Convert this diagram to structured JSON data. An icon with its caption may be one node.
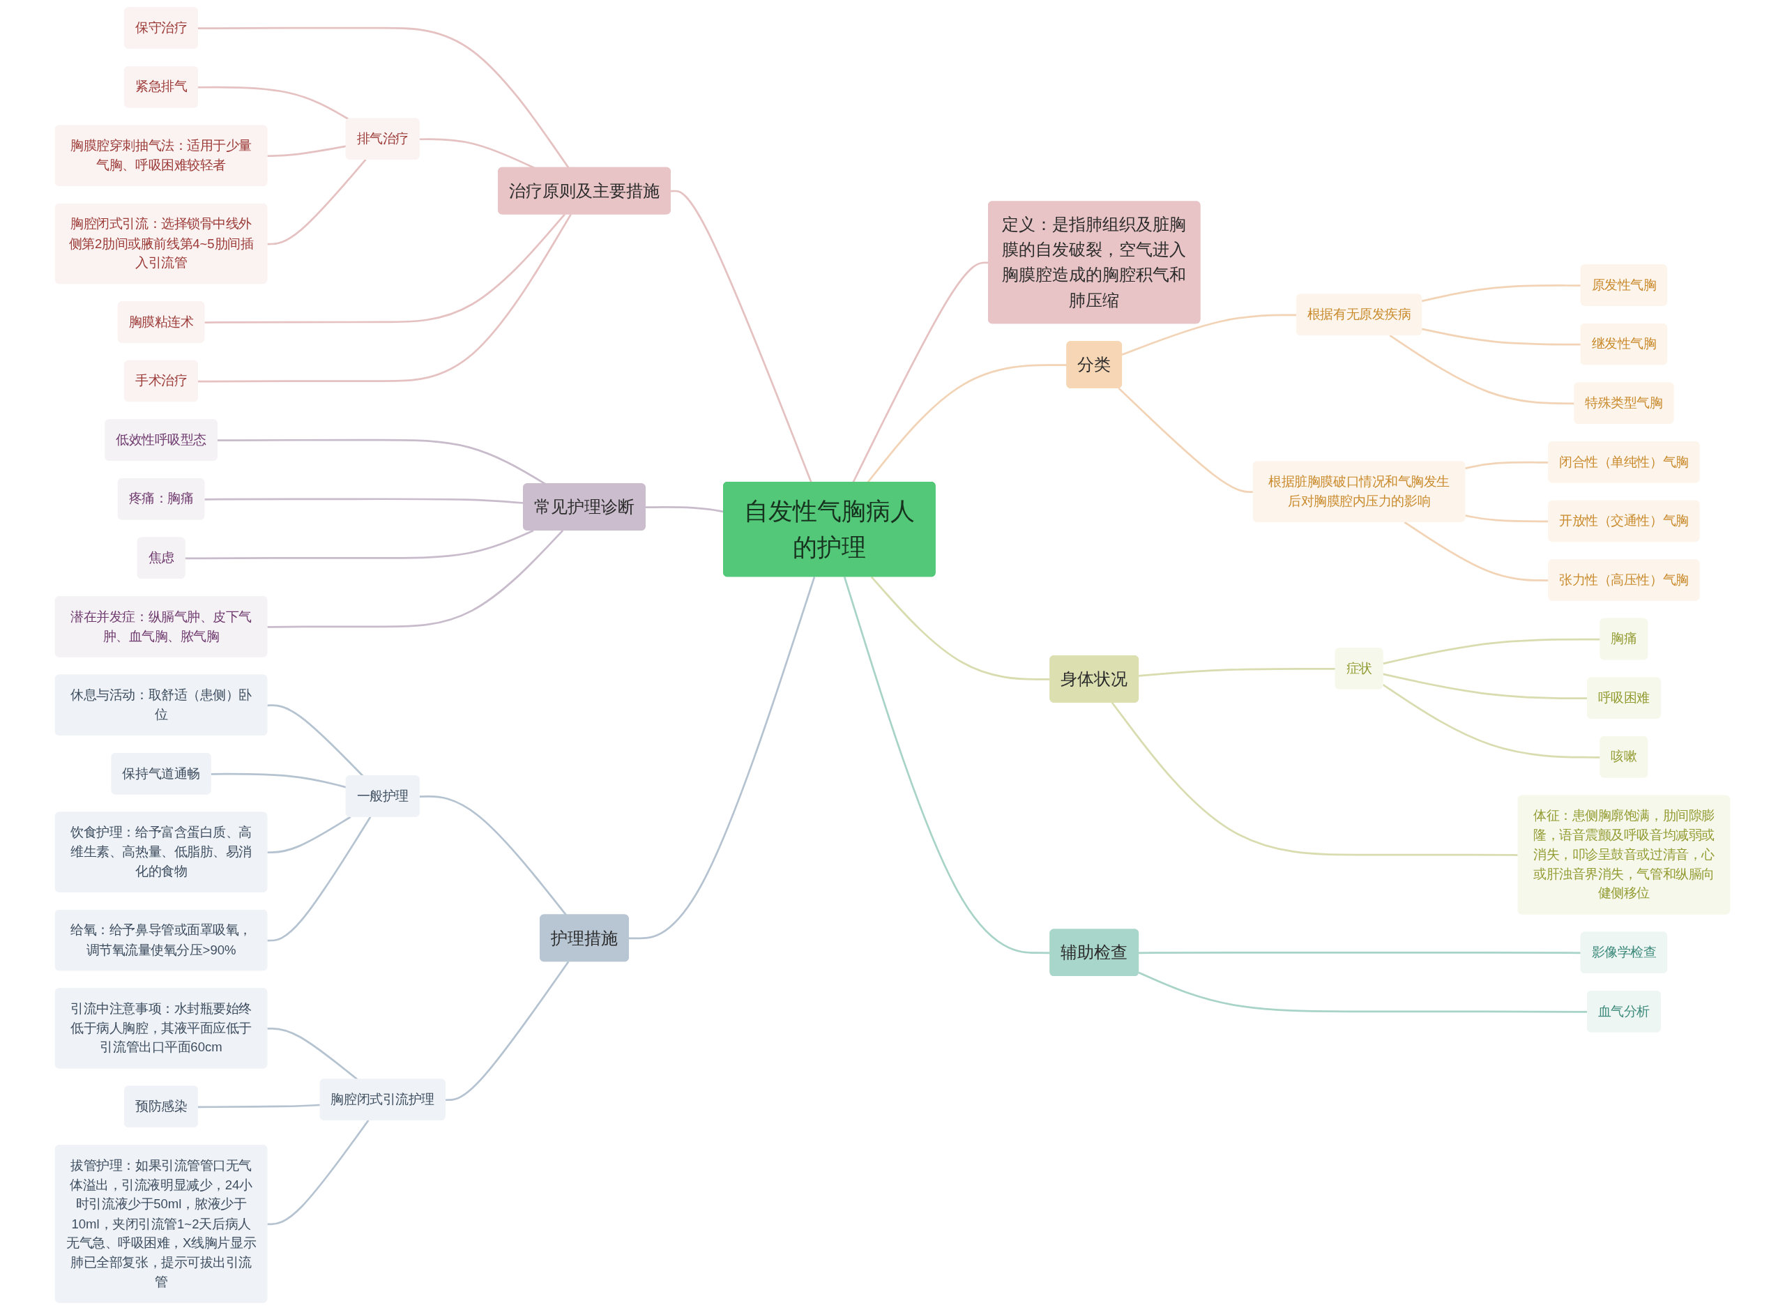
{
  "diagram": {
    "nodes": [
      {
        "text": [
          "自发性气胸病人的护理"
        ]
      },
      {
        "text": [
          "定义：是指肺组织及脏胸膜的自发破裂，空气进入胸膜腔造成的胸腔积气和肺压缩"
        ]
      },
      {
        "text": [
          "分类"
        ]
      },
      {
        "text": [
          "根据有无原发疾病"
        ]
      },
      {
        "text": [
          "原发性气胸"
        ]
      },
      {
        "text": [
          "继发性气胸"
        ]
      },
      {
        "text": [
          "特殊类型气胸"
        ]
      },
      {
        "text": [
          "根据脏胸膜破口情况和气胸发生后对胸膜腔内压力的影响"
        ]
      },
      {
        "text": [
          "闭合性（单纯性）气胸"
        ]
      },
      {
        "text": [
          "开放性（交通性）气胸"
        ]
      },
      {
        "text": [
          "张力性（高压性）气胸"
        ]
      },
      {
        "text": [
          "身体状况"
        ]
      },
      {
        "text": [
          "症状"
        ]
      },
      {
        "text": [
          "胸痛"
        ]
      },
      {
        "text": [
          "呼吸困难"
        ]
      },
      {
        "text": [
          "咳嗽"
        ]
      },
      {
        "text": [
          "体征：患侧胸廓饱满，肋间隙膨隆，语音震颤及呼吸音均减弱或消失，叩诊呈鼓音或过清音，心或肝浊音界消失，气管和纵膈向健侧移位"
        ]
      },
      {
        "text": [
          "辅助检查"
        ]
      },
      {
        "text": [
          "影像学检查"
        ]
      },
      {
        "text": [
          "血气分析"
        ]
      },
      {
        "text": [
          "治疗原则及主要措施"
        ]
      },
      {
        "text": [
          "保守治疗"
        ]
      },
      {
        "text": [
          "排气治疗"
        ]
      },
      {
        "text": [
          "紧急排气"
        ]
      },
      {
        "text": [
          "胸膜腔穿刺抽气法：适用于少量气胸、呼吸困难较轻者"
        ]
      },
      {
        "text": [
          "胸腔闭式引流：选择锁骨中线外侧第2肋间或腋前线第4~5肋间插入引流管"
        ]
      },
      {
        "text": [
          "胸膜粘连术"
        ]
      },
      {
        "text": [
          "手术治疗"
        ]
      },
      {
        "text": [
          "常见护理诊断"
        ]
      },
      {
        "text": [
          "低效性呼吸型态"
        ]
      },
      {
        "text": [
          "疼痛：胸痛"
        ]
      },
      {
        "text": [
          "焦虑"
        ]
      },
      {
        "text": [
          "潜在并发症：纵膈气肿、皮下气肿、血气胸、脓气胸"
        ]
      },
      {
        "text": [
          "护理措施"
        ]
      },
      {
        "text": [
          "一般护理"
        ]
      },
      {
        "text": [
          "休息与活动：取舒适（患侧）卧位"
        ]
      },
      {
        "text": [
          "保持气道通畅"
        ]
      },
      {
        "text": [
          "饮食护理：给予富含蛋白质、高维生素、高热量、低脂肪、易消化的食物"
        ]
      },
      {
        "text": [
          "给氧：给予鼻导管或面罩吸氧，调节氧流量使氧分压>90%"
        ]
      },
      {
        "text": [
          "胸腔闭式引流护理"
        ]
      },
      {
        "text": [
          "引流中注意事项：水封瓶要始终低于病人胸腔，其液平面应低于引流管出口平面60cm"
        ]
      },
      {
        "text": [
          "预防感染"
        ]
      },
      {
        "text": [
          "拔管护理：如果引流管管口无气体溢出，引流液明显减少，24小时引流液少于50ml，脓液少于10ml，夹闭引流管1~2天后病人无气急、呼吸困难，X线胸片显示肺已全部复张，提示可拔出引流管"
        ]
      }
    ],
    "edges": [
      {
        "from": 0,
        "to": 1,
        "arrow": "none",
        "color": "#e5c1c1"
      },
      {
        "from": 0,
        "to": 2,
        "arrow": "none",
        "color": "#f2d3b5"
      },
      {
        "from": 2,
        "to": 3,
        "arrow": "none",
        "color": "#f2d3b5"
      },
      {
        "from": 3,
        "to": 4,
        "arrow": "none",
        "color": "#f2d3b5"
      },
      {
        "from": 3,
        "to": 5,
        "arrow": "none",
        "color": "#f2d3b5"
      },
      {
        "from": 3,
        "to": 6,
        "arrow": "none",
        "color": "#f2d3b5"
      },
      {
        "from": 2,
        "to": 7,
        "arrow": "none",
        "color": "#f2d3b5"
      },
      {
        "from": 7,
        "to": 8,
        "arrow": "none",
        "color": "#f2d3b5"
      },
      {
        "from": 7,
        "to": 9,
        "arrow": "none",
        "color": "#f2d3b5"
      },
      {
        "from": 7,
        "to": 10,
        "arrow": "none",
        "color": "#f2d3b5"
      },
      {
        "from": 0,
        "to": 11,
        "arrow": "none",
        "color": "#d8dcaf"
      },
      {
        "from": 11,
        "to": 12,
        "arrow": "none",
        "color": "#d8dcaf"
      },
      {
        "from": 12,
        "to": 13,
        "arrow": "none",
        "color": "#d8dcaf"
      },
      {
        "from": 12,
        "to": 14,
        "arrow": "none",
        "color": "#d8dcaf"
      },
      {
        "from": 12,
        "to": 15,
        "arrow": "none",
        "color": "#d8dcaf"
      },
      {
        "from": 11,
        "to": 16,
        "arrow": "none",
        "color": "#d8dcaf"
      },
      {
        "from": 0,
        "to": 17,
        "arrow": "none",
        "color": "#a8d3c7"
      },
      {
        "from": 17,
        "to": 18,
        "arrow": "none",
        "color": "#a8d3c7"
      },
      {
        "from": 17,
        "to": 19,
        "arrow": "none",
        "color": "#a8d3c7"
      },
      {
        "from": 0,
        "to": 20,
        "arrow": "none",
        "color": "#e5c1c1"
      },
      {
        "from": 20,
        "to": 21,
        "arrow": "none",
        "color": "#e5c1c1"
      },
      {
        "from": 20,
        "to": 22,
        "arrow": "none",
        "color": "#e5c1c1"
      },
      {
        "from": 22,
        "to": 23,
        "arrow": "none",
        "color": "#e5c1c1"
      },
      {
        "from": 22,
        "to": 24,
        "arrow": "none",
        "color": "#e5c1c1"
      },
      {
        "from": 22,
        "to": 25,
        "arrow": "none",
        "color": "#e5c1c1"
      },
      {
        "from": 20,
        "to": 26,
        "arrow": "none",
        "color": "#e5c1c1"
      },
      {
        "from": 20,
        "to": 27,
        "arrow": "none",
        "color": "#e5c1c1"
      },
      {
        "from": 0,
        "to": 28,
        "arrow": "none",
        "color": "#c8bbcb"
      },
      {
        "from": 28,
        "to": 29,
        "arrow": "none",
        "color": "#c8bbcb"
      },
      {
        "from": 28,
        "to": 30,
        "arrow": "none",
        "color": "#c8bbcb"
      },
      {
        "from": 28,
        "to": 31,
        "arrow": "none",
        "color": "#c8bbcb"
      },
      {
        "from": 28,
        "to": 32,
        "arrow": "none",
        "color": "#c8bbcb"
      },
      {
        "from": 0,
        "to": 33,
        "arrow": "none",
        "color": "#b5c3d1"
      },
      {
        "from": 33,
        "to": 34,
        "arrow": "none",
        "color": "#b5c3d1"
      },
      {
        "from": 34,
        "to": 35,
        "arrow": "none",
        "color": "#b5c3d1"
      },
      {
        "from": 34,
        "to": 36,
        "arrow": "none",
        "color": "#b5c3d1"
      },
      {
        "from": 34,
        "to": 37,
        "arrow": "none",
        "color": "#b5c3d1"
      },
      {
        "from": 34,
        "to": 38,
        "arrow": "none",
        "color": "#b5c3d1"
      },
      {
        "from": 33,
        "to": 39,
        "arrow": "none",
        "color": "#b5c3d1"
      },
      {
        "from": 39,
        "to": 40,
        "arrow": "none",
        "color": "#b5c3d1"
      },
      {
        "from": 39,
        "to": 41,
        "arrow": "none",
        "color": "#b5c3d1"
      },
      {
        "from": 39,
        "to": 42,
        "arrow": "none",
        "color": "#b5c3d1"
      }
    ]
  }
}
